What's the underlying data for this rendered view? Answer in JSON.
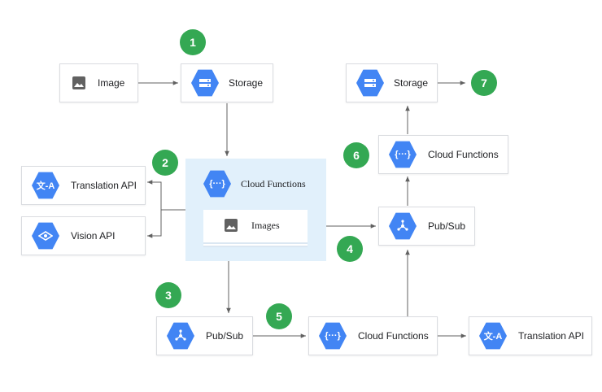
{
  "colors": {
    "hex_blue": "#4285f4",
    "badge_green": "#34a853",
    "group_bg": "#e1f0fb",
    "border": "#dadce0",
    "arrow": "#616161"
  },
  "nodes": {
    "image": {
      "label": "Image",
      "icon": "image-icon"
    },
    "storage_in": {
      "label": "Storage",
      "icon": "storage-icon"
    },
    "storage_out": {
      "label": "Storage",
      "icon": "storage-icon"
    },
    "translation_api_left": {
      "label": "Translation API",
      "icon": "translate-icon",
      "icon_text": "文-A"
    },
    "vision_api": {
      "label": "Vision API",
      "icon": "vision-icon"
    },
    "cloud_functions_group": {
      "label": "Cloud Functions",
      "icon": "cloud-functions-icon",
      "icon_text": "{···}"
    },
    "images_card": {
      "label": "Images",
      "icon": "image-icon"
    },
    "pubsub_right": {
      "label": "Pub/Sub",
      "icon": "pubsub-icon"
    },
    "cloud_functions_right": {
      "label": "Cloud Functions",
      "icon": "cloud-functions-icon",
      "icon_text": "{···}"
    },
    "pubsub_bottom": {
      "label": "Pub/Sub",
      "icon": "pubsub-icon"
    },
    "cloud_functions_bottom": {
      "label": "Cloud Functions",
      "icon": "cloud-functions-icon",
      "icon_text": "{···}"
    },
    "translation_api_bottom": {
      "label": "Translation API",
      "icon": "translate-icon",
      "icon_text": "文-A"
    }
  },
  "badges": [
    "1",
    "2",
    "3",
    "4",
    "5",
    "6",
    "7"
  ]
}
